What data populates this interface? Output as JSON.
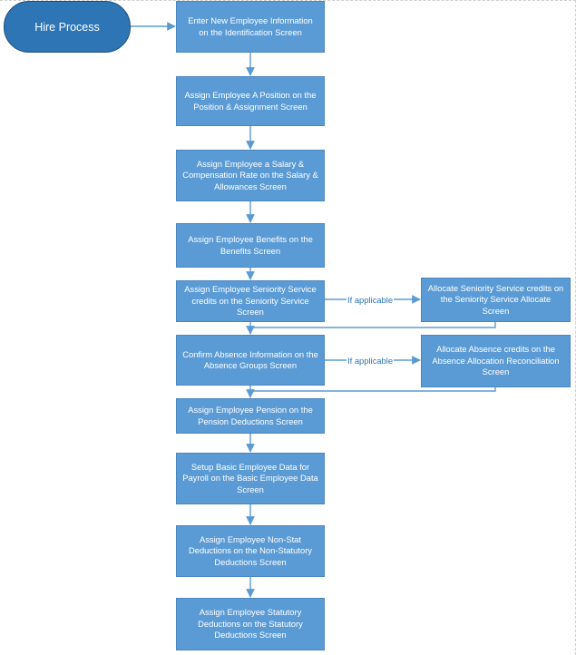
{
  "start": {
    "label": "Hire Process"
  },
  "steps": [
    "Enter New Employee Information on the Identification Screen",
    "Assign Employee A Position on the Position & Assignment Screen",
    "Assign Employee a Salary & Compensation Rate on the Salary & Allowances Screen",
    "Assign Employee Benefits on the Benefits Screen",
    "Assign Employee Seniority Service credits on the Seniority Service Screen",
    "Confirm Absence Information on the Absence Groups Screen",
    "Assign Employee Pension on the Pension Deductions Screen",
    "Setup Basic Employee Data for Payroll on the Basic Employee Data Screen",
    "Assign Employee Non-Stat Deductions on the Non-Statutory Deductions Screen",
    "Assign Employee Statutory Deductions on the Statutory Deductions Screen"
  ],
  "side_steps": [
    "Allocate Seniority Service credits on the Seniority Service Allocate Screen",
    "Allocate Absence credits on the Absence Allocation Reconciliation Screen"
  ],
  "edge_labels": [
    "If applicable",
    "If applicable"
  ],
  "colors": {
    "box": "#5b9bd5",
    "start": "#2e75b6",
    "line": "#5b9bd5"
  }
}
